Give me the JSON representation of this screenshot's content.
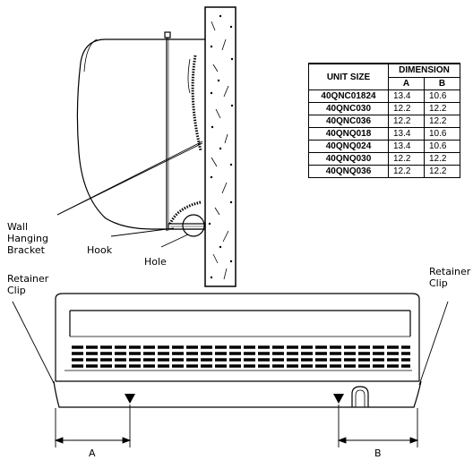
{
  "labels": {
    "wall_hanging_bracket": [
      "Wall",
      "Hanging",
      "Bracket"
    ],
    "hook": "Hook",
    "hole": "Hole",
    "retainer_clip_left": [
      "Retainer",
      "Clip"
    ],
    "retainer_clip_right": [
      "Retainer",
      "Clip"
    ],
    "dim_a": "A",
    "dim_b": "B"
  },
  "table": {
    "header_unit": "UNIT SIZE",
    "header_dimension": "DIMENSION",
    "header_a": "A",
    "header_b": "B",
    "rows": [
      {
        "unit": "40QNC01824",
        "a": "13.4",
        "b": "10.6"
      },
      {
        "unit": "40QNC030",
        "a": "12.2",
        "b": "12.2"
      },
      {
        "unit": "40QNC036",
        "a": "12.2",
        "b": "12.2"
      },
      {
        "unit": "40QNQ018",
        "a": "13.4",
        "b": "10.6"
      },
      {
        "unit": "40QNQ024",
        "a": "13.4",
        "b": "10.6"
      },
      {
        "unit": "40QNQ030",
        "a": "12.2",
        "b": "12.2"
      },
      {
        "unit": "40QNQ036",
        "a": "12.2",
        "b": "12.2"
      }
    ]
  }
}
